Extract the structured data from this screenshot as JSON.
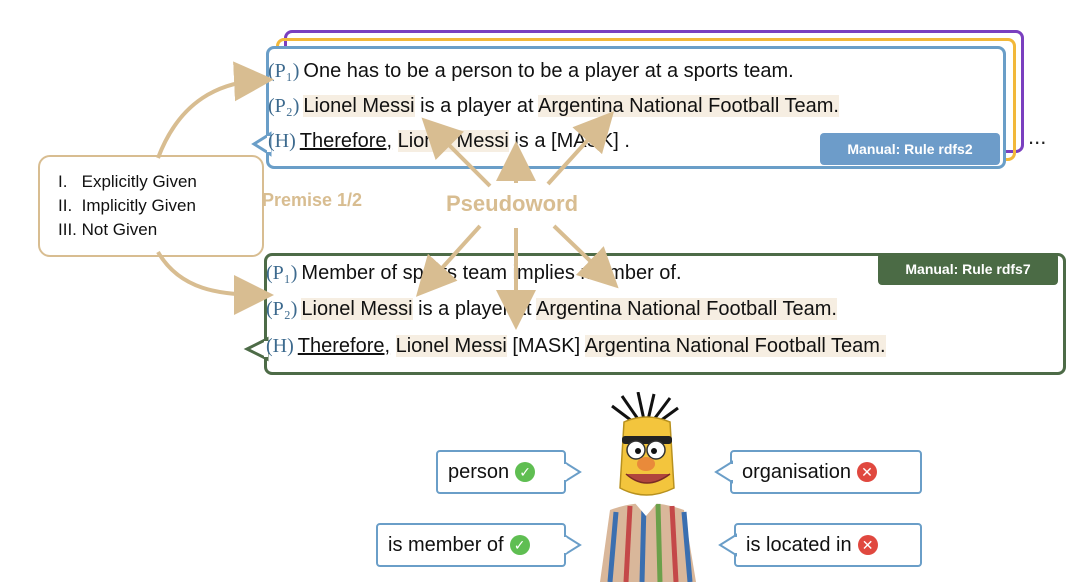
{
  "top_box": {
    "p1_tag": "(P₁)",
    "p1_text": "One has to be a person to be a player at a sports team.",
    "p2_tag": "(P₂)",
    "p2_subject": "Lionel Messi",
    "p2_mid": "is a player at",
    "p2_object": "Argentina National Football Team.",
    "h_tag": "(H)",
    "h_therefore": "Therefore,",
    "h_subject": "Lionel Messi",
    "h_rest": "is a [MASK] .",
    "rule_label": "Manual: Rule rdfs2",
    "ellipsis": "..."
  },
  "bottom_box": {
    "p1_tag": "(P₁)",
    "p1_text": "Member of sports team implies member of.",
    "p2_tag": "(P₂)",
    "p2_subject": "Lionel Messi",
    "p2_mid": "is a player at",
    "p2_object": "Argentina National Football Team.",
    "h_tag": "(H)",
    "h_therefore": "Therefore,",
    "h_subject": "Lionel Messi",
    "h_mask": "[MASK]",
    "h_object": "Argentina National Football Team.",
    "rule_label": "Manual: Rule rdfs7"
  },
  "legend": {
    "items": [
      "I.   Explicitly Given",
      "II.  Implicitly Given",
      "III. Not Given"
    ]
  },
  "labels": {
    "premise": "Premise 1/2",
    "pseudoword": "Pseudoword"
  },
  "answers": {
    "person": "person",
    "is_member_of": "is member of",
    "organisation": "organisation",
    "is_located_in": "is located in"
  },
  "colors": {
    "blue_border": "#6a9ec8",
    "green_border": "#4d6b47",
    "tan": "#d8bd91",
    "purple": "#7a3fbf",
    "gold": "#f2b83a",
    "rule_blue": "#6d9cc9",
    "rule_green": "#4b6b45"
  }
}
